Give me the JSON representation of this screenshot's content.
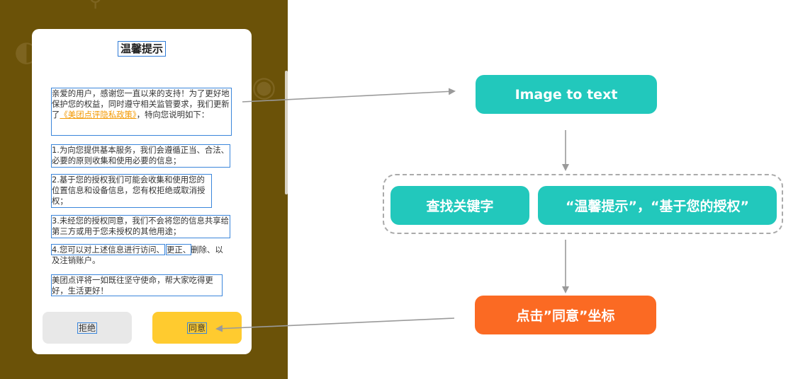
{
  "dialog": {
    "title": "温馨提示",
    "intro_before_link": "亲爱的用户，感谢您一直以来的支持！为了更好地保护您的权益，同时遵守相关监管要求，我们更新了",
    "policy_link": "《美团点评隐私政策》",
    "intro_after_link": "，特向您说明如下：",
    "clause_1": "1.为向您提供基本服务，我们会遵循正当、合法、必要的原则收集和使用必要的信息；",
    "clause_2": "2.基于您的授权我们可能会收集和使用您的位置信息和设备信息，您有权拒绝或取消授权；",
    "clause_3": "3.未经您的授权同意，我们不会将您的信息共享给第三方或用于您未授权的其他用途；",
    "clause_4_before": "4.您可以对上述信息进行访问、",
    "clause_4_boxed": "更正、",
    "clause_4_after": "删除、以及注销账户。",
    "closing": "美团点评将一如既往坚守使命，帮大家吃得更好，生活更好！",
    "reject_label": "拒绝",
    "agree_label": "同意"
  },
  "flow": {
    "step1": "Image to text",
    "step2a": "查找关键字",
    "step2b": "“温馨提示”，“基于您的授权”",
    "step3": "点击”同意”坐标"
  },
  "colors": {
    "teal": "#22c8bc",
    "orange": "#fb6a23",
    "phone_background": "#6b5208",
    "agree_button": "#ffcb2f",
    "ocr_box": "#3b86db"
  }
}
